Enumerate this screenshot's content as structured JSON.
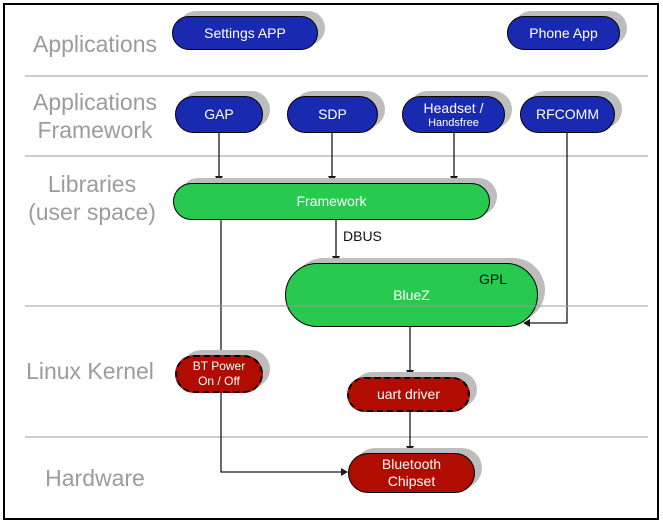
{
  "layers": [
    {
      "id": "applications",
      "label_lines": [
        "Applications"
      ]
    },
    {
      "id": "applications-framework",
      "label_lines": [
        "Applications",
        "Framework"
      ]
    },
    {
      "id": "libraries",
      "label_lines": [
        "Libraries",
        "(user space)"
      ]
    },
    {
      "id": "linux-kernel",
      "label_lines": [
        "Linux Kernel"
      ]
    },
    {
      "id": "hardware",
      "label_lines": [
        "Hardware"
      ]
    }
  ],
  "nodes": {
    "settings_app": "Settings APP",
    "phone_app": "Phone App",
    "gap": "GAP",
    "sdp": "SDP",
    "headset_handsfree": [
      "Headset /",
      "Handsfree"
    ],
    "rfcomm": "RFCOMM",
    "framework": "Framework",
    "bluez": "BlueZ",
    "bt_power": [
      "BT Power",
      "On / Off"
    ],
    "uart_driver": "uart driver",
    "bluetooth_chipset": [
      "Bluetooth",
      "Chipset"
    ]
  },
  "annotations": {
    "dbus": "DBUS",
    "gpl": "GPL"
  },
  "colors": {
    "node_blue": "#1a2ab0",
    "node_green": "#27c94f",
    "node_red": "#b00d00",
    "layer_label_gray": "#9c9c9c",
    "separator_gray": "#9c9c9c",
    "shadow_gray": "#bdbdbd",
    "connector_black": "#1a1a1a"
  }
}
